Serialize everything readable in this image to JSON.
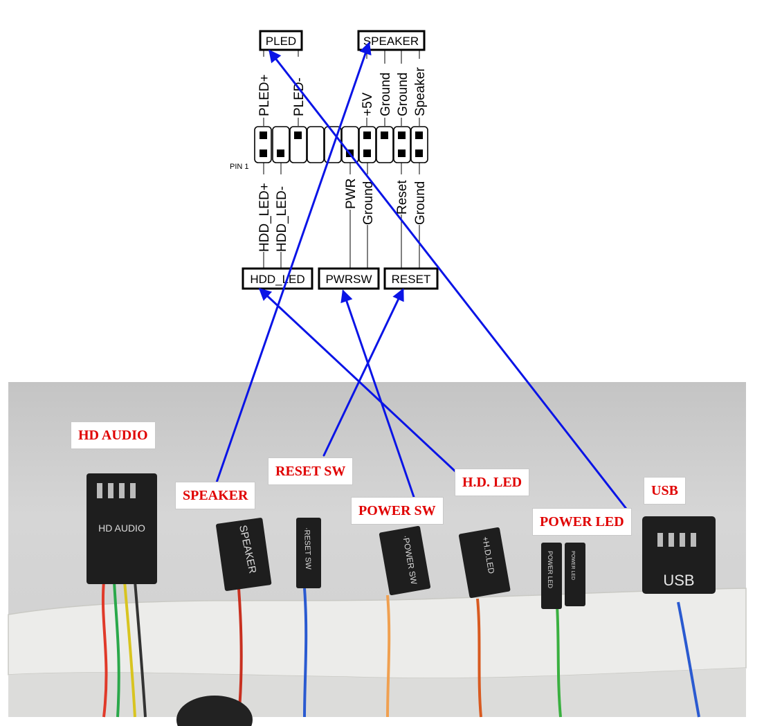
{
  "header_boxes": {
    "pled": "PLED",
    "speaker": "SPEAKER",
    "hdd_led": "HDD_LED",
    "pwrsw": "PWRSW",
    "reset": "RESET"
  },
  "pin1_label": "PIN 1",
  "top_pins": [
    "PLED+",
    "PLED-",
    "+5V",
    "Ground",
    "Ground",
    "Speaker"
  ],
  "bottom_pins": [
    "HDD_LED+",
    "HDD_LED-",
    "PWR",
    "Ground",
    "Reset",
    "Ground"
  ],
  "callouts": {
    "hd_audio": "HD AUDIO",
    "speaker": "SPEAKER",
    "reset_sw": "RESET SW",
    "power_sw": "POWER SW",
    "hd_led": "H.D. LED",
    "power_led": "POWER LED",
    "usb": "USB"
  },
  "connectors": {
    "hd_audio": "HD AUDIO",
    "speaker": "SPEAKER",
    "reset_sw": "·RESET SW",
    "power_sw": "·POWER SW",
    "hd_led": "+H.D.LED",
    "power_led_1": "POWER LED",
    "power_led_2": "POWER LED",
    "usb": "USB"
  },
  "colors": {
    "arrow": "#0a14e6",
    "label_text": "#e00000",
    "wall": "#d3d3d3",
    "tape": "#e8e8e4",
    "connector": "#1e1e1e"
  }
}
